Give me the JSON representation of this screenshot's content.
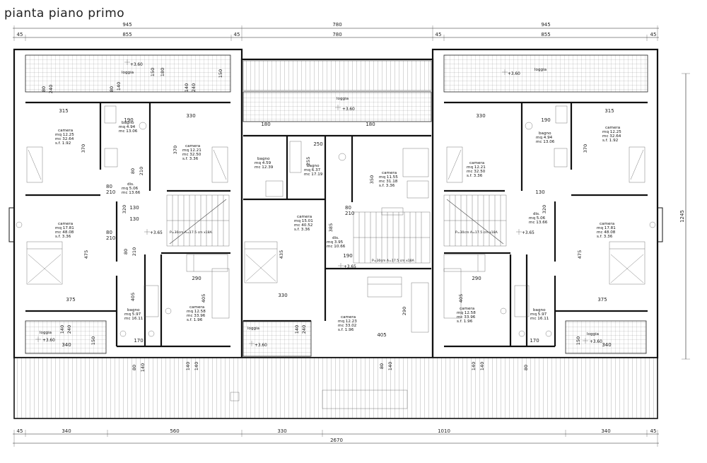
{
  "title": "pianta piano primo",
  "dims_top_row1": [
    "945",
    "780",
    "945"
  ],
  "dims_top_row2": [
    "45",
    "855",
    "45",
    "780",
    "45",
    "855",
    "45"
  ],
  "dims_bottom_row1": [
    "45",
    "340",
    "560",
    "330",
    "1010",
    "340",
    "45"
  ],
  "dims_bottom_total": "2670",
  "dim_right": "1245",
  "rooms": [
    {
      "id": "r1",
      "lines": [
        "camera",
        "mq  12.25",
        "mc  32.64",
        "s.f. 1.92"
      ]
    },
    {
      "id": "r2",
      "lines": [
        "bagno",
        "mq  4.94",
        "mc  13.06"
      ]
    },
    {
      "id": "r3",
      "lines": [
        "camera",
        "mq  12.21",
        "mc  32.50",
        "s.f. 3.36"
      ]
    },
    {
      "id": "r4",
      "lines": [
        "dis.",
        "mq  5.06",
        "mc  13.66"
      ]
    },
    {
      "id": "r5",
      "lines": [
        "camera",
        "mq  17.81",
        "mc  48.08",
        "s.f. 3.36"
      ]
    },
    {
      "id": "r6",
      "lines": [
        "bagno",
        "mq  5.97",
        "mc  16.11"
      ]
    },
    {
      "id": "r7",
      "lines": [
        "camera",
        "mq  12.58",
        "mc  33.96",
        "s.f. 1.96"
      ]
    },
    {
      "id": "r8",
      "lines": [
        "bagno",
        "mq  4.59",
        "mc  12.39"
      ]
    },
    {
      "id": "r9",
      "lines": [
        "bagno",
        "mq  6.37",
        "mc  17.19"
      ]
    },
    {
      "id": "r10",
      "lines": [
        "camera",
        "mq  11.55",
        "mc  31.18",
        "s.f. 3.36"
      ]
    },
    {
      "id": "r11",
      "lines": [
        "camera",
        "mq  15.01",
        "mc  40.52",
        "s.f. 3.36"
      ]
    },
    {
      "id": "r12",
      "lines": [
        "dis.",
        "mq  3.95",
        "mc  10.66"
      ]
    },
    {
      "id": "r13",
      "lines": [
        "camera",
        "mq  12.23",
        "mc  33.02",
        "s.f. 1.96"
      ]
    },
    {
      "id": "r14",
      "lines": [
        "camera",
        "mq  12.21",
        "mc  32.50",
        "s.f. 3.36"
      ]
    },
    {
      "id": "r15",
      "lines": [
        "bagno",
        "mq  4.94",
        "mc  13.06"
      ]
    },
    {
      "id": "r16",
      "lines": [
        "camera",
        "mq  12.25",
        "mc  32.64",
        "s.f. 1.92"
      ]
    },
    {
      "id": "r17",
      "lines": [
        "dis.",
        "mq  5.06",
        "mc  13.66"
      ]
    },
    {
      "id": "r18",
      "lines": [
        "camera",
        "mq  17.81",
        "mc  48.08",
        "s.f. 3.36"
      ]
    },
    {
      "id": "r19",
      "lines": [
        "camera",
        "mq  12.58",
        "mc  33.96",
        "s.f. 1.96"
      ]
    },
    {
      "id": "r20",
      "lines": [
        "bagno",
        "mq  5.97",
        "mc  16.11"
      ]
    }
  ],
  "loggias": [
    {
      "id": "lg1",
      "label": "loggia",
      "level": "+3.60"
    },
    {
      "id": "lg2",
      "label": "loggia",
      "level": "+3.60"
    },
    {
      "id": "lg3",
      "label": "loggia",
      "level": "+3.60"
    },
    {
      "id": "lg4",
      "label": "loggia",
      "level": "+3.60"
    },
    {
      "id": "lg5",
      "label": "loggia",
      "level": "+3.60"
    },
    {
      "id": "lg6",
      "label": "loggia",
      "level": "+3.60"
    }
  ],
  "levels": [
    {
      "id": "lv1",
      "text": "+3.65"
    },
    {
      "id": "lv2",
      "text": "+3.65"
    },
    {
      "id": "lv3",
      "text": "+3.65"
    }
  ],
  "stairs": [
    {
      "id": "st1",
      "text": "P=30cm A=17.5 cm x18A"
    },
    {
      "id": "st2",
      "text": "P=30cm A=17.5 cm x18A"
    },
    {
      "id": "st3",
      "text": "P=30cm A=17.5 cm x18A"
    }
  ],
  "inner_dims": [
    {
      "id": "d1",
      "text": "315"
    },
    {
      "id": "d2",
      "text": "190"
    },
    {
      "id": "d3",
      "text": "330"
    },
    {
      "id": "d4",
      "text": "370"
    },
    {
      "id": "d5",
      "text": "370"
    },
    {
      "id": "d6",
      "text": "130"
    },
    {
      "id": "d7",
      "text": "320"
    },
    {
      "id": "d8",
      "text": "130"
    },
    {
      "id": "d9",
      "text": "475"
    },
    {
      "id": "d10",
      "text": "375"
    },
    {
      "id": "d11",
      "text": "405"
    },
    {
      "id": "d12",
      "text": "290"
    },
    {
      "id": "d13",
      "text": "405"
    },
    {
      "id": "d14",
      "text": "170"
    },
    {
      "id": "d15",
      "text": "340"
    },
    {
      "id": "d16",
      "text": "180"
    },
    {
      "id": "d17",
      "text": "250"
    },
    {
      "id": "d18",
      "text": "180"
    },
    {
      "id": "d19",
      "text": "350"
    },
    {
      "id": "d20",
      "text": "385"
    },
    {
      "id": "d21",
      "text": "435"
    },
    {
      "id": "d22",
      "text": "190"
    },
    {
      "id": "d23",
      "text": "330"
    },
    {
      "id": "d24",
      "text": "290"
    },
    {
      "id": "d25",
      "text": "405"
    },
    {
      "id": "d26",
      "text": "330"
    },
    {
      "id": "d27",
      "text": "190"
    },
    {
      "id": "d28",
      "text": "315"
    },
    {
      "id": "d29",
      "text": "370"
    },
    {
      "id": "d30",
      "text": "130"
    },
    {
      "id": "d31",
      "text": "320"
    },
    {
      "id": "d32",
      "text": "475"
    },
    {
      "id": "d33",
      "text": "375"
    },
    {
      "id": "d34",
      "text": "290"
    },
    {
      "id": "d35",
      "text": "405"
    },
    {
      "id": "d36",
      "text": "170"
    },
    {
      "id": "d37",
      "text": "340"
    },
    {
      "id": "d38",
      "text": "255"
    }
  ],
  "opening_dims": [
    {
      "id": "o1",
      "text": "80"
    },
    {
      "id": "o2",
      "text": "240"
    },
    {
      "id": "o3",
      "text": "80"
    },
    {
      "id": "o4",
      "text": "140"
    },
    {
      "id": "o5",
      "text": "140"
    },
    {
      "id": "o6",
      "text": "240"
    },
    {
      "id": "o7",
      "text": "150"
    },
    {
      "id": "o8",
      "text": "180"
    },
    {
      "id": "o9",
      "text": "150"
    },
    {
      "id": "o10",
      "text": "80"
    },
    {
      "id": "o11",
      "text": "210"
    },
    {
      "id": "o12",
      "text": "80"
    },
    {
      "id": "o13",
      "text": "210"
    },
    {
      "id": "o14",
      "text": "80"
    },
    {
      "id": "o15",
      "text": "210"
    },
    {
      "id": "o16",
      "text": "80"
    },
    {
      "id": "o17",
      "text": "210"
    },
    {
      "id": "o18",
      "text": "80"
    },
    {
      "id": "o19",
      "text": "210"
    },
    {
      "id": "o20",
      "text": "140"
    },
    {
      "id": "o21",
      "text": "240"
    },
    {
      "id": "o22",
      "text": "150"
    },
    {
      "id": "o23",
      "text": "80"
    },
    {
      "id": "o24",
      "text": "140"
    },
    {
      "id": "o25",
      "text": "140"
    },
    {
      "id": "o26",
      "text": "140"
    },
    {
      "id": "o27",
      "text": "80"
    },
    {
      "id": "o28",
      "text": "140"
    },
    {
      "id": "o29",
      "text": "140"
    },
    {
      "id": "o30",
      "text": "140"
    },
    {
      "id": "o31",
      "text": "140"
    },
    {
      "id": "o32",
      "text": "240"
    },
    {
      "id": "o33",
      "text": "80"
    },
    {
      "id": "o34",
      "text": "150"
    }
  ]
}
